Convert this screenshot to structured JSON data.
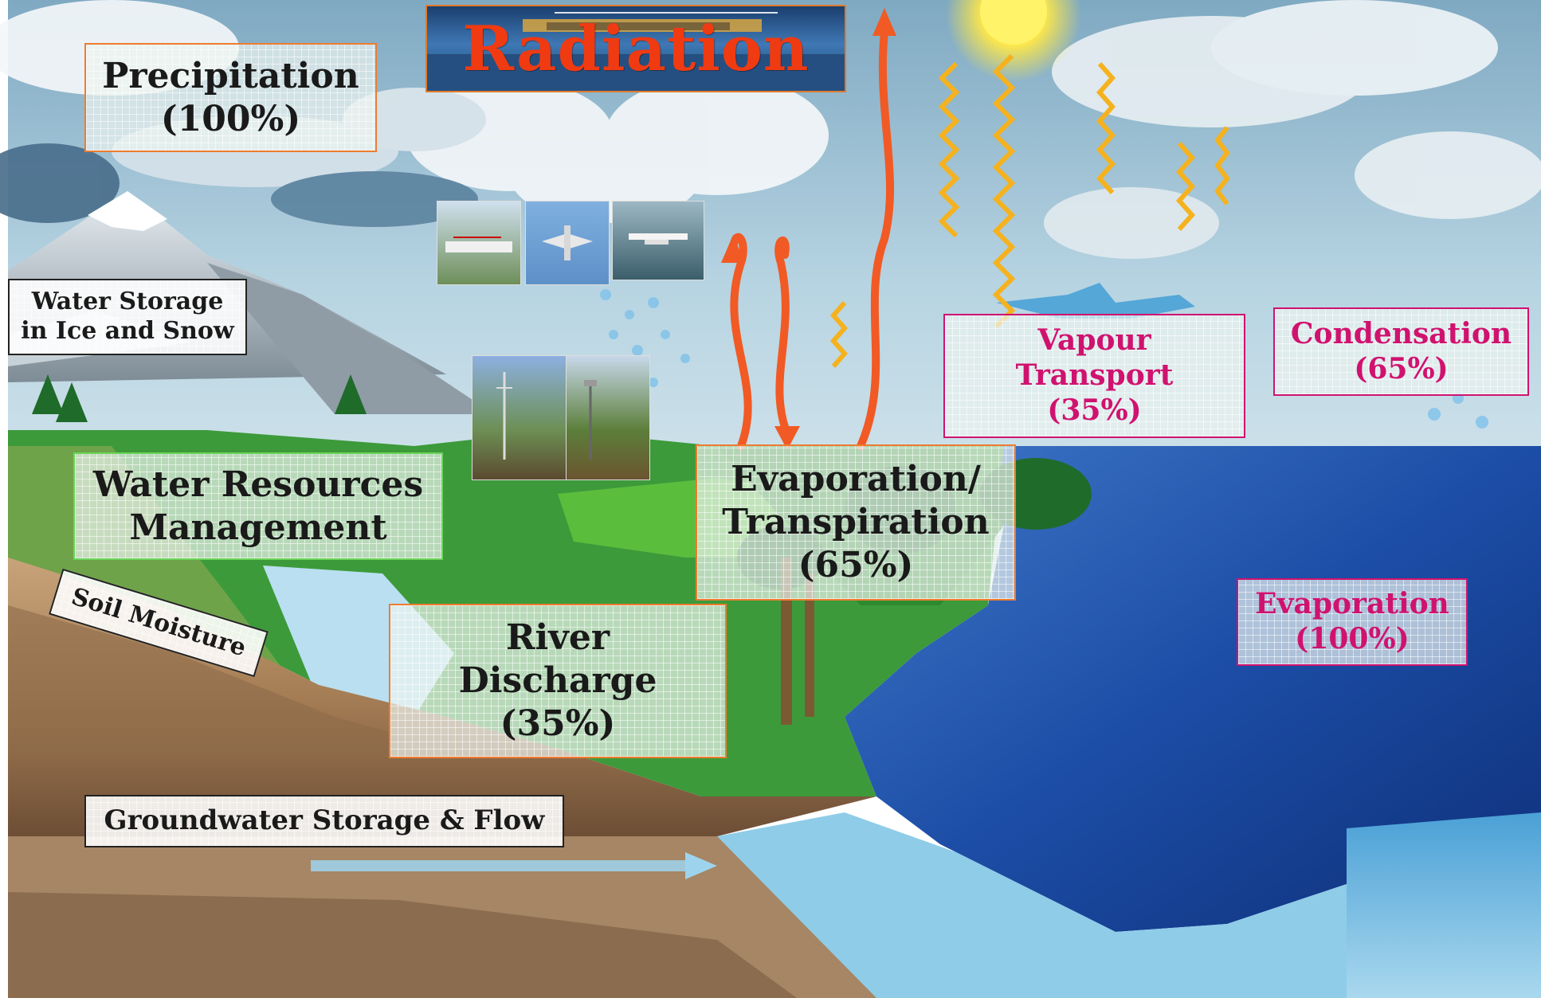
{
  "radiation_title": "Radiation",
  "labels": {
    "precipitation": [
      "Precipitation",
      "(100%)"
    ],
    "water_storage_ice_snow": [
      "Water Storage",
      "in Ice and Snow"
    ],
    "water_resources_management": [
      "Water Resources",
      "Management"
    ],
    "soil_moisture": [
      "Soil Moisture"
    ],
    "river_discharge": [
      "River",
      "Discharge",
      "(35%)"
    ],
    "evapotranspiration": [
      "Evaporation/",
      "Transpiration",
      "(65%)"
    ],
    "vapour_transport": [
      "Vapour",
      "Transport",
      "(35%)"
    ],
    "condensation": [
      "Condensation",
      "(65%)"
    ],
    "ocean_evaporation": [
      "Evaporation",
      "(100%)"
    ],
    "groundwater": [
      "Groundwater Storage & Flow"
    ]
  },
  "colors": {
    "label_dark": "#1a1a1a",
    "label_magenta": "#d0126f",
    "border_orange": "#ee7c2f",
    "border_green": "#6bd45a",
    "border_pink": "#d0126f",
    "radiation_text": "#f03a12",
    "ocean": "#1f4fa8",
    "land": "#3c9a3a",
    "sky": "#9cc4d8"
  }
}
